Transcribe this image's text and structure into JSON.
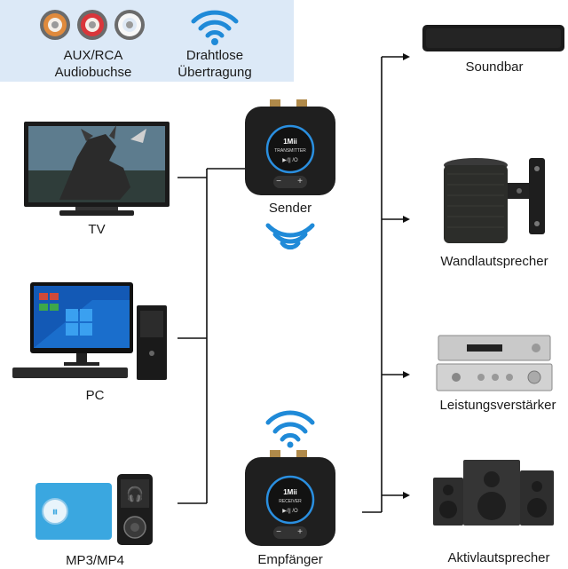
{
  "legend": {
    "aux_rca_line1": "AUX/RCA",
    "aux_rca_line2": "Audiobuchse",
    "wireless_line1": "Drahtlose",
    "wireless_line2": "Übertragung"
  },
  "sources": [
    {
      "label": "TV"
    },
    {
      "label": "PC"
    },
    {
      "label": "MP3/MP4"
    }
  ],
  "center": {
    "sender_label": "Sender",
    "receiver_label": "Empfänger",
    "brand": "1Mii",
    "transmitter_text": "TRANSMITTER",
    "receiver_text": "RECEIVER",
    "mode_text": "▶/|| /O",
    "minus": "−",
    "plus": "+"
  },
  "outputs": [
    {
      "label": "Soundbar"
    },
    {
      "label": "Wandlautsprecher"
    },
    {
      "label": "Leistungsverstärker"
    },
    {
      "label": "Aktivlautsprecher"
    }
  ],
  "colors": {
    "wifi_blue": "#1f8ad8",
    "legend_bg": "#dce9f7",
    "line": "#111111",
    "rca_orange": "#e08a3c",
    "rca_red": "#d9363a",
    "rca_white": "#ffffff"
  }
}
